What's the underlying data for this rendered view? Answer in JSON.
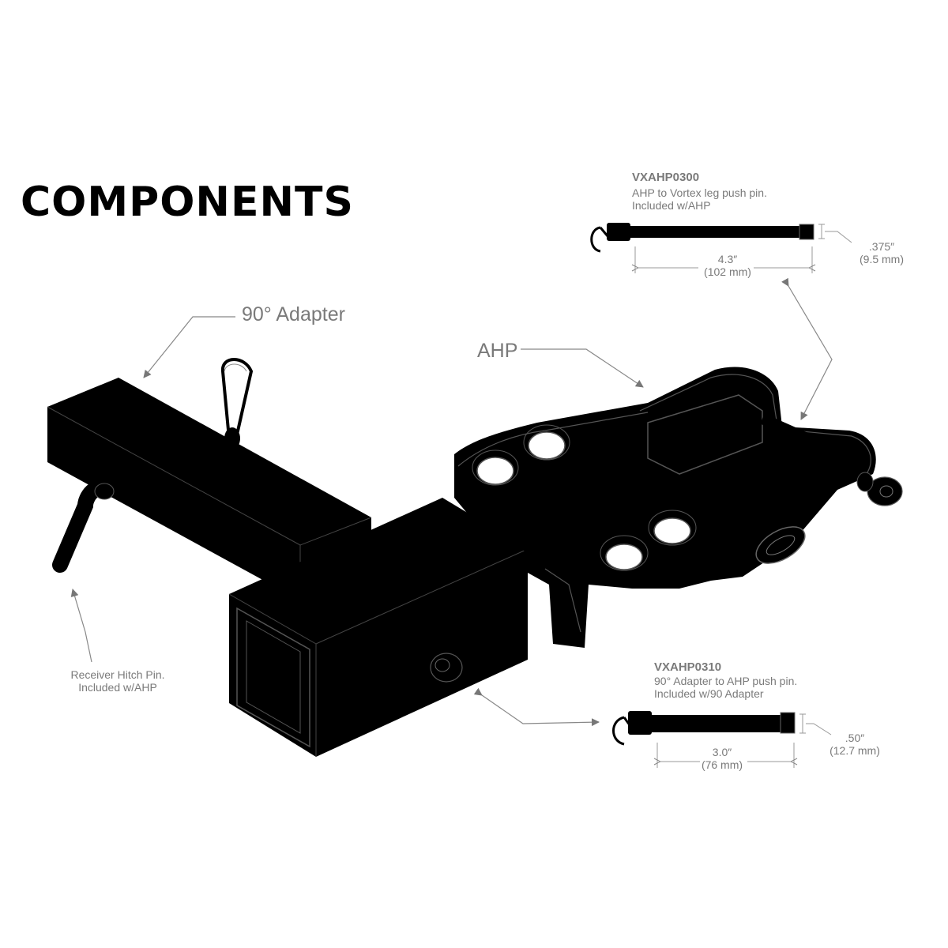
{
  "title": "COMPONENTS",
  "callouts": {
    "adapter": "90° Adapter",
    "ahp": "AHP",
    "receiver_pin_line1": "Receiver Hitch Pin.",
    "receiver_pin_line2": "Included w/AHP"
  },
  "pin_top": {
    "part_number": "VXAHP0300",
    "desc_line1": "AHP to Vortex leg push pin.",
    "desc_line2": "Included w/AHP",
    "length_in": "4.3″",
    "length_mm": "(102 mm)",
    "diameter_in": ".375″",
    "diameter_mm": "(9.5 mm)"
  },
  "pin_bottom": {
    "part_number": "VXAHP0310",
    "desc_line1": "90° Adapter to AHP push pin.",
    "desc_line2": "Included w/90 Adapter",
    "length_in": "3.0″",
    "length_mm": "(76 mm)",
    "diameter_in": ".50″",
    "diameter_mm": "(12.7 mm)"
  },
  "colors": {
    "ink": "#000000",
    "label": "#7a7a7a",
    "edge": "#555555",
    "bg": "#ffffff"
  }
}
